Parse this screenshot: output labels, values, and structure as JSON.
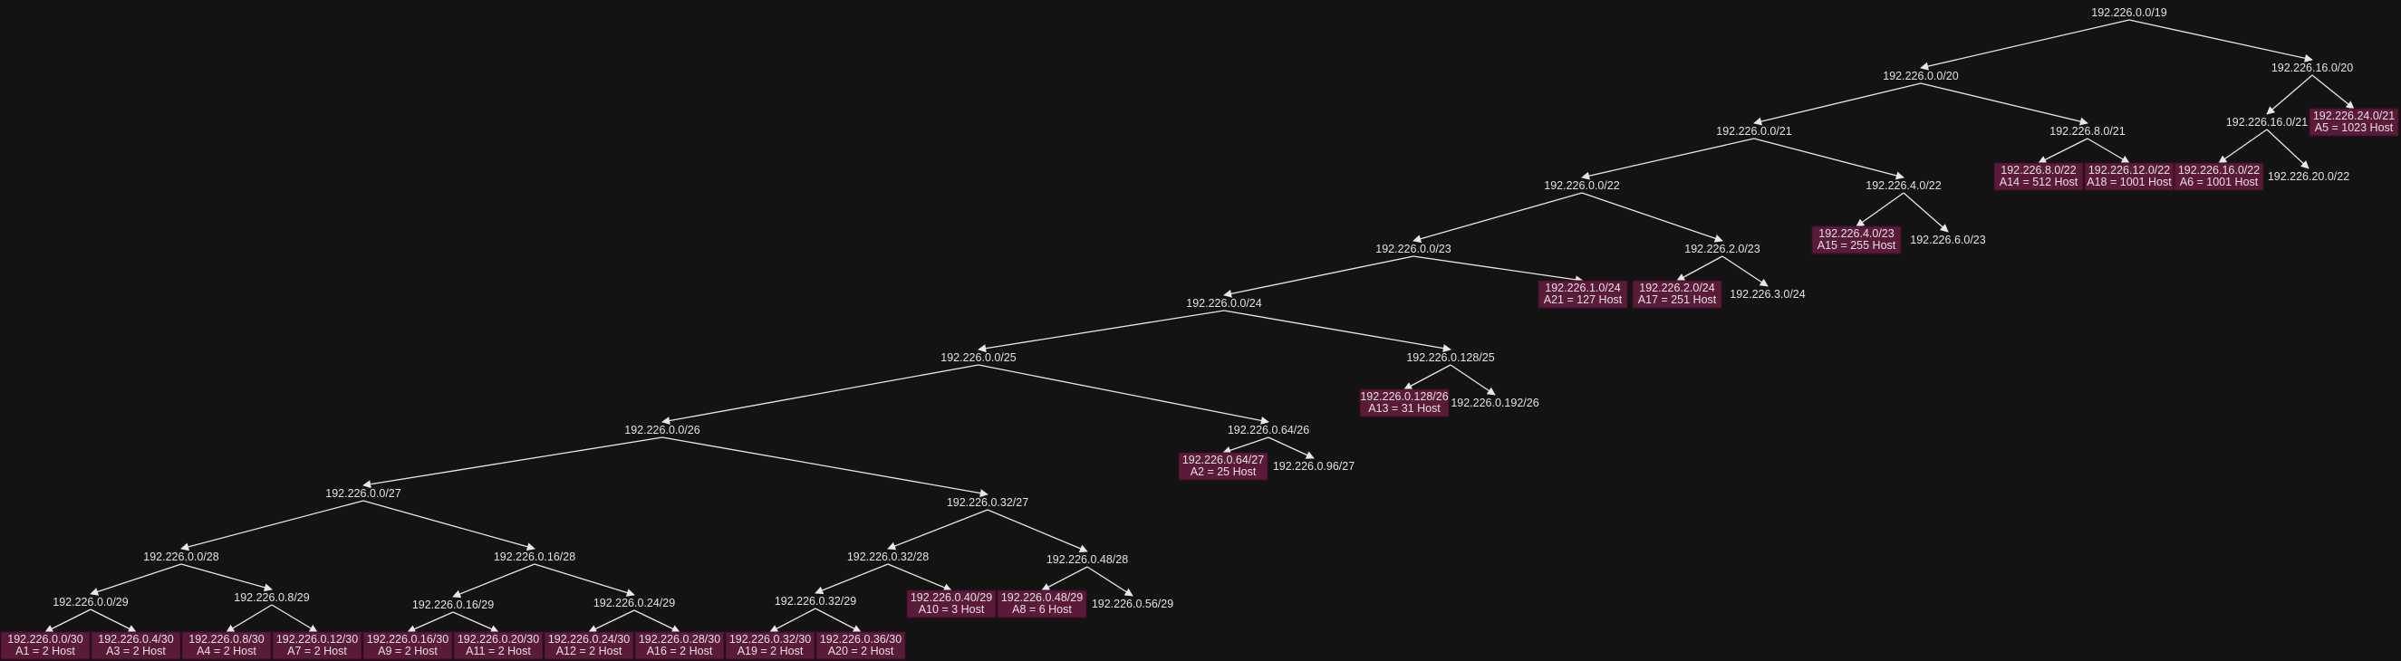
{
  "nodes": {
    "n19": {
      "label": "192.226.0.0/19"
    },
    "n20a": {
      "label": "192.226.0.0/20"
    },
    "n20b": {
      "label": "192.226.16.0/20"
    },
    "n21a": {
      "label": "192.226.0.0/21"
    },
    "n21b": {
      "label": "192.226.8.0/21"
    },
    "n21c": {
      "label": "192.226.16.0/21"
    },
    "n21d": {
      "label": "192.226.24.0/21",
      "alloc": "A5 = 1023 Host"
    },
    "n22a": {
      "label": "192.226.0.0/22"
    },
    "n22b": {
      "label": "192.226.4.0/22"
    },
    "n22c": {
      "label": "192.226.8.0/22",
      "alloc": "A14 = 512 Host"
    },
    "n22d": {
      "label": "192.226.12.0/22",
      "alloc": "A18 = 1001 Host"
    },
    "n22e": {
      "label": "192.226.16.0/22",
      "alloc": "A6 = 1001 Host"
    },
    "n22f": {
      "label": "192.226.20.0/22"
    },
    "n23a": {
      "label": "192.226.0.0/23"
    },
    "n23b": {
      "label": "192.226.2.0/23"
    },
    "n23c": {
      "label": "192.226.4.0/23",
      "alloc": "A15 = 255 Host"
    },
    "n23d": {
      "label": "192.226.6.0/23"
    },
    "n24a": {
      "label": "192.226.0.0/24"
    },
    "n24b": {
      "label": "192.226.1.0/24",
      "alloc": "A21 = 127 Host"
    },
    "n24c": {
      "label": "192.226.2.0/24",
      "alloc": "A17 = 251 Host"
    },
    "n24d": {
      "label": "192.226.3.0/24"
    },
    "n25a": {
      "label": "192.226.0.0/25"
    },
    "n25b": {
      "label": "192.226.0.128/25"
    },
    "n26a": {
      "label": "192.226.0.0/26"
    },
    "n26b": {
      "label": "192.226.0.64/26"
    },
    "n26c": {
      "label": "192.226.0.128/26",
      "alloc": "A13 = 31 Host"
    },
    "n26d": {
      "label": "192.226.0.192/26"
    },
    "n27a": {
      "label": "192.226.0.0/27"
    },
    "n27b": {
      "label": "192.226.0.32/27"
    },
    "n27c": {
      "label": "192.226.0.64/27",
      "alloc": "A2 = 25 Host"
    },
    "n27d": {
      "label": "192.226.0.96/27"
    },
    "n28a": {
      "label": "192.226.0.0/28"
    },
    "n28b": {
      "label": "192.226.0.16/28"
    },
    "n28c": {
      "label": "192.226.0.32/28"
    },
    "n28d": {
      "label": "192.226.0.48/28"
    },
    "n29a": {
      "label": "192.226.0.0/29"
    },
    "n29b": {
      "label": "192.226.0.8/29"
    },
    "n29c": {
      "label": "192.226.0.16/29"
    },
    "n29d": {
      "label": "192.226.0.24/29"
    },
    "n29e": {
      "label": "192.226.0.32/29"
    },
    "n29f": {
      "label": "192.226.0.40/29",
      "alloc": "A10 = 3 Host"
    },
    "n29g": {
      "label": "192.226.0.48/29",
      "alloc": "A8 = 6 Host"
    },
    "n29h": {
      "label": "192.226.0.56/29"
    },
    "n30a": {
      "label": "192.226.0.0/30",
      "alloc": "A1 = 2 Host"
    },
    "n30b": {
      "label": "192.226.0.4/30",
      "alloc": "A3 = 2 Host"
    },
    "n30c": {
      "label": "192.226.0.8/30",
      "alloc": "A4 = 2 Host"
    },
    "n30d": {
      "label": "192.226.0.12/30",
      "alloc": "A7 = 2 Host"
    },
    "n30e": {
      "label": "192.226.0.16/30",
      "alloc": "A9 = 2 Host"
    },
    "n30f": {
      "label": "192.226.0.20/30",
      "alloc": "A11 = 2 Host"
    },
    "n30g": {
      "label": "192.226.0.24/30",
      "alloc": "A12 = 2 Host"
    },
    "n30h": {
      "label": "192.226.0.28/30",
      "alloc": "A16 = 2 Host"
    },
    "n30i": {
      "label": "192.226.0.32/30",
      "alloc": "A19 = 2 Host"
    },
    "n30j": {
      "label": "192.226.0.36/30",
      "alloc": "A20 = 2 Host"
    }
  },
  "edges": [
    [
      "n19",
      "n20a"
    ],
    [
      "n19",
      "n20b"
    ],
    [
      "n20a",
      "n21a"
    ],
    [
      "n20a",
      "n21b"
    ],
    [
      "n20b",
      "n21c"
    ],
    [
      "n20b",
      "n21d"
    ],
    [
      "n21a",
      "n22a"
    ],
    [
      "n21a",
      "n22b"
    ],
    [
      "n21b",
      "n22c"
    ],
    [
      "n21b",
      "n22d"
    ],
    [
      "n21c",
      "n22e"
    ],
    [
      "n21c",
      "n22f"
    ],
    [
      "n22a",
      "n23a"
    ],
    [
      "n22a",
      "n23b"
    ],
    [
      "n22b",
      "n23c"
    ],
    [
      "n22b",
      "n23d"
    ],
    [
      "n23a",
      "n24a"
    ],
    [
      "n23a",
      "n24b"
    ],
    [
      "n23b",
      "n24c"
    ],
    [
      "n23b",
      "n24d"
    ],
    [
      "n24a",
      "n25a"
    ],
    [
      "n24a",
      "n25b"
    ],
    [
      "n25a",
      "n26a"
    ],
    [
      "n25a",
      "n26b"
    ],
    [
      "n25b",
      "n26c"
    ],
    [
      "n25b",
      "n26d"
    ],
    [
      "n26a",
      "n27a"
    ],
    [
      "n26a",
      "n27b"
    ],
    [
      "n26b",
      "n27c"
    ],
    [
      "n26b",
      "n27d"
    ],
    [
      "n27a",
      "n28a"
    ],
    [
      "n27a",
      "n28b"
    ],
    [
      "n27b",
      "n28c"
    ],
    [
      "n27b",
      "n28d"
    ],
    [
      "n28a",
      "n29a"
    ],
    [
      "n28a",
      "n29b"
    ],
    [
      "n28b",
      "n29c"
    ],
    [
      "n28b",
      "n29d"
    ],
    [
      "n28c",
      "n29e"
    ],
    [
      "n28c",
      "n29f"
    ],
    [
      "n28d",
      "n29g"
    ],
    [
      "n28d",
      "n29h"
    ],
    [
      "n29a",
      "n30a"
    ],
    [
      "n29a",
      "n30b"
    ],
    [
      "n29b",
      "n30c"
    ],
    [
      "n29b",
      "n30d"
    ],
    [
      "n29c",
      "n30e"
    ],
    [
      "n29c",
      "n30f"
    ],
    [
      "n29d",
      "n30g"
    ],
    [
      "n29d",
      "n30h"
    ],
    [
      "n29e",
      "n30i"
    ],
    [
      "n29e",
      "n30j"
    ]
  ],
  "colors": {
    "background": "#131313",
    "leaf_fill": "#5b1a38",
    "text": "#e2e2e2",
    "edge": "#e8e8e8"
  }
}
